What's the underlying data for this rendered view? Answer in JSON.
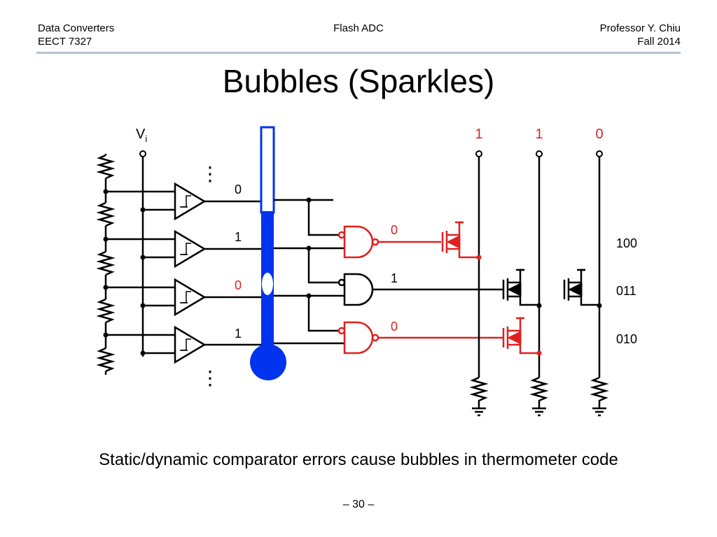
{
  "header": {
    "course": "Data Converters",
    "course_code": "EECT 7327",
    "topic": "Flash ADC",
    "instructor": "Professor Y. Chiu",
    "term": "Fall 2014"
  },
  "title": "Bubbles (Sparkles)",
  "diagram": {
    "input_label": "V",
    "input_subscript": "i",
    "thermometer_bits": [
      "0",
      "1",
      "0",
      "1"
    ],
    "gate_outputs": [
      "0",
      "1",
      "0"
    ],
    "rom_columns": [
      "1",
      "1",
      "0"
    ],
    "codes": [
      "100",
      "011",
      "010"
    ],
    "ellipsis": "⋮"
  },
  "colors": {
    "error_red": "#e02020",
    "thermometer_blue": "#0033ee",
    "rule": "#b7c3d3",
    "wire": "#000000"
  },
  "caption": "Static/dynamic comparator errors cause bubbles in thermometer code",
  "page_number": "– 30 –"
}
